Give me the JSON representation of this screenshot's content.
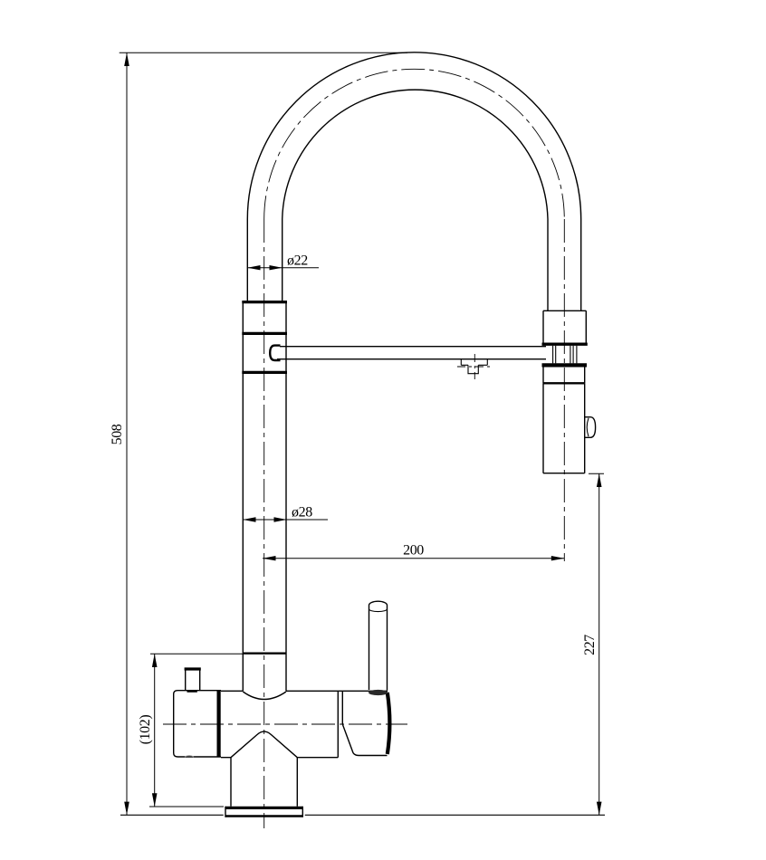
{
  "drawing": {
    "type": "technical-line-drawing",
    "subject": "kitchen faucet with pull-down spring spout, side elevation",
    "background_color": "#ffffff",
    "line_color": "#000000",
    "dimensions": {
      "overall_height": "508",
      "hose_diameter": "ø22",
      "pipe_diameter": "ø28",
      "spout_reach": "200",
      "head_to_deck": "227",
      "body_height": "(102)"
    }
  }
}
